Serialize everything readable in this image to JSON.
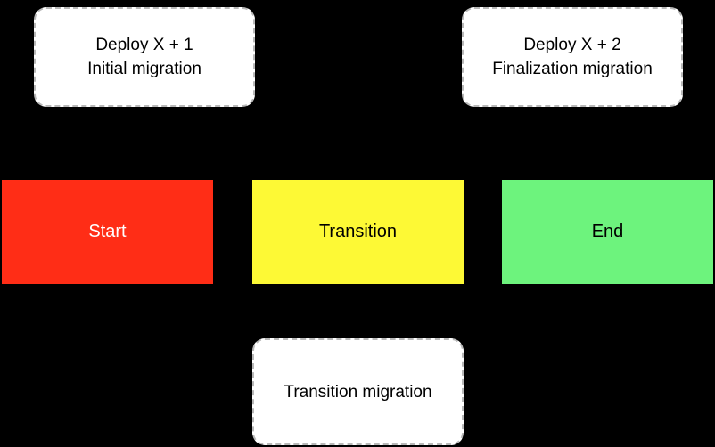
{
  "diagram": {
    "background_color": "#000000",
    "notes": {
      "initial": {
        "line1": "Deploy X + 1",
        "line2": "Initial migration"
      },
      "finalization": {
        "line1": "Deploy X + 2",
        "line2": "Finalization migration"
      },
      "transition": {
        "line1": "Transition migration"
      }
    },
    "stages": {
      "start": {
        "label": "Start",
        "color": "#ff2d16",
        "text_color": "#ffffff"
      },
      "transition": {
        "label": "Transition",
        "color": "#fdf935",
        "text_color": "#000000"
      },
      "end": {
        "label": "End",
        "color": "#6df37d",
        "text_color": "#000000"
      }
    }
  }
}
